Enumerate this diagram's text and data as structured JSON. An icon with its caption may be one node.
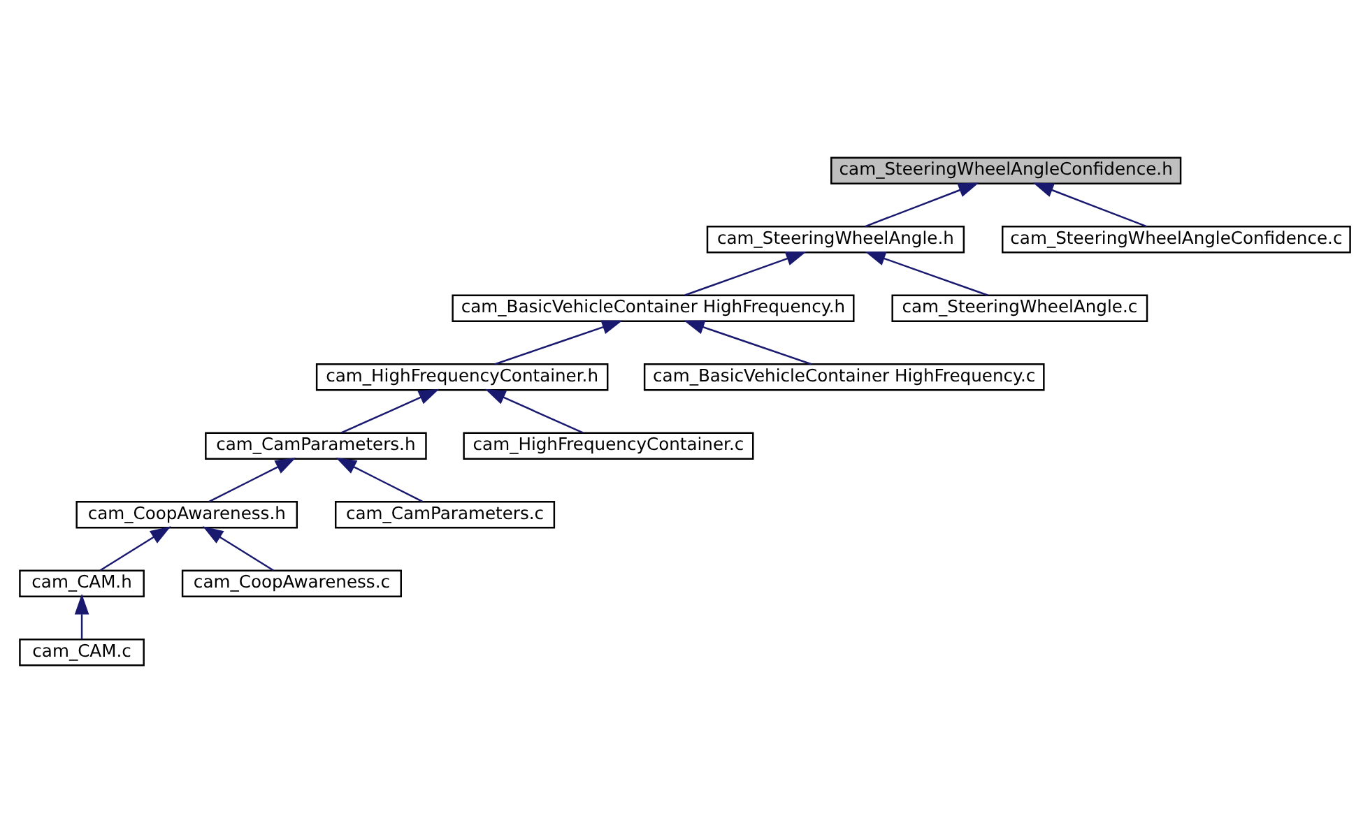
{
  "diagram": {
    "nodes": [
      {
        "text": [
          "cam_SteeringWheelAngleConfidence.h"
        ]
      },
      {
        "text": [
          "cam_SteeringWheelAngle.h"
        ]
      },
      {
        "text": [
          "cam_SteeringWheelAngleConfidence.c"
        ]
      },
      {
        "text": [
          "cam_BasicVehicleContainer HighFrequency.h"
        ]
      },
      {
        "text": [
          "cam_SteeringWheelAngle.c"
        ]
      },
      {
        "text": [
          "cam_HighFrequencyContainer.h"
        ]
      },
      {
        "text": [
          "cam_BasicVehicleContainer HighFrequency.c"
        ]
      },
      {
        "text": [
          "cam_CamParameters.h"
        ]
      },
      {
        "text": [
          "cam_HighFrequencyContainer.c"
        ]
      },
      {
        "text": [
          "cam_CoopAwareness.h"
        ]
      },
      {
        "text": [
          "cam_CamParameters.c"
        ]
      },
      {
        "text": [
          "cam_CAM.h"
        ]
      },
      {
        "text": [
          "cam_CoopAwareness.c"
        ]
      },
      {
        "text": [
          "cam_CAM.c"
        ]
      }
    ],
    "edges": [
      {
        "from": 1,
        "to": 0,
        "arrow": "to"
      },
      {
        "from": 2,
        "to": 0,
        "arrow": "to"
      },
      {
        "from": 3,
        "to": 1,
        "arrow": "to"
      },
      {
        "from": 4,
        "to": 1,
        "arrow": "to"
      },
      {
        "from": 5,
        "to": 3,
        "arrow": "to"
      },
      {
        "from": 6,
        "to": 3,
        "arrow": "to"
      },
      {
        "from": 7,
        "to": 5,
        "arrow": "to"
      },
      {
        "from": 8,
        "to": 5,
        "arrow": "to"
      },
      {
        "from": 9,
        "to": 7,
        "arrow": "to"
      },
      {
        "from": 10,
        "to": 7,
        "arrow": "to"
      },
      {
        "from": 11,
        "to": 9,
        "arrow": "to"
      },
      {
        "from": 12,
        "to": 9,
        "arrow": "to"
      },
      {
        "from": 13,
        "to": 11,
        "arrow": "to"
      }
    ]
  }
}
